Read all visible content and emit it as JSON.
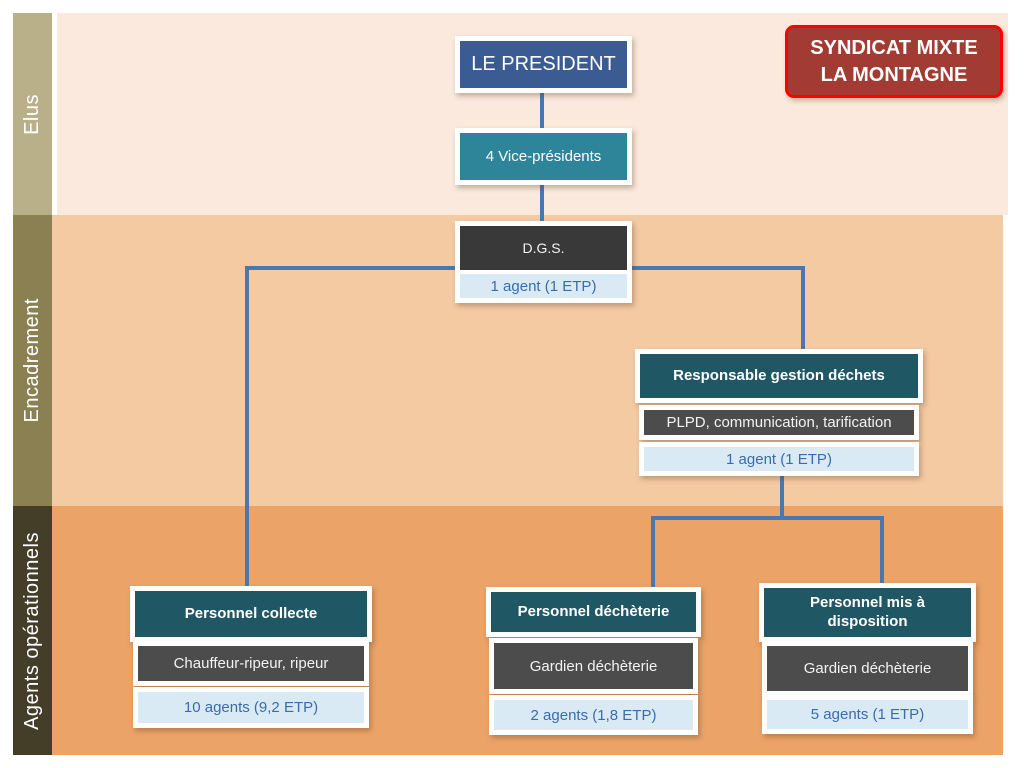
{
  "badge": {
    "line1": "SYNDICAT MIXTE",
    "line2": "LA MONTAGNE"
  },
  "bands": [
    {
      "label": "Elus"
    },
    {
      "label": "Encadrement"
    },
    {
      "label": "Agents opérationnels"
    }
  ],
  "nodes": {
    "president": {
      "label": "LE PRESIDENT"
    },
    "vice_presidents": {
      "label": "4 Vice-présidents"
    },
    "dgs": {
      "title": "D.G.S.",
      "staff": "1 agent (1 ETP)"
    },
    "responsable": {
      "title": "Responsable gestion déchets",
      "subtitle": "PLPD, communication, tarification",
      "staff": "1 agent (1 ETP)"
    },
    "collecte": {
      "title": "Personnel collecte",
      "subtitle": "Chauffeur-ripeur, ripeur",
      "staff": "10 agents (9,2 ETP)"
    },
    "decheterie": {
      "title": "Personnel déchèterie",
      "subtitle": "Gardien déchèterie",
      "staff": "2 agents (1,8 ETP)"
    },
    "mis_a_disposition": {
      "title": "Personnel mis à disposition",
      "subtitle": "Gardien déchèterie",
      "staff": "5 agents (1 ETP)"
    }
  },
  "colors": {
    "band_elus_bg": "#fae9dc",
    "band_encadrement_bg": "#f4caa3",
    "band_agents_bg": "#eca368",
    "sidebar_elus": "#b9af89",
    "sidebar_encadrement": "#8a8051",
    "sidebar_agents": "#443e29",
    "president_fill": "#3a5c92",
    "vice_presidents_fill": "#2e8498",
    "header_teal_fill": "#1f5765",
    "dark_gray_fill": "#4c4c4c",
    "dgs_fill": "#393939",
    "staff_box_fill": "#d9eaf4",
    "staff_text": "#3a6cac",
    "connector": "#4a78ae",
    "badge_fill": "#a23b33",
    "badge_border": "#fe0000"
  }
}
